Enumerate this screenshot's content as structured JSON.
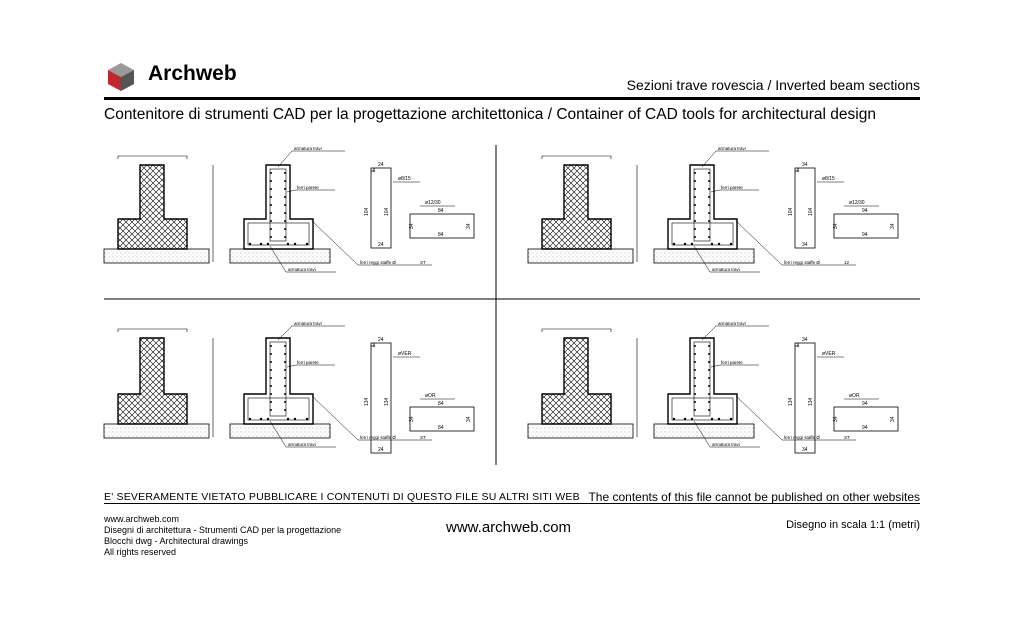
{
  "header": {
    "brand": "Archweb",
    "title_right": "Sezioni trave rovescia  /  Inverted beam sections",
    "subtitle": "Contenitore di strumenti CAD per la progettazione architettonica  /  Container of CAD tools for architectural design"
  },
  "drawing": {
    "labels": {
      "armatura_travi": "armatura travi",
      "ferri_parete": "ferri parete",
      "ferri_reggi_staffe": "ferri reggi staffe Ø"
    },
    "panels": [
      {
        "steel_top": "ø8/15",
        "steel_bottom": "ø12/30",
        "staffe_value": "ST",
        "stirrup_top": "24",
        "stirrup_height": "104",
        "stirrup_bottom": "24",
        "link_top": "84",
        "link_height": "34",
        "link_bottom": "84"
      },
      {
        "steel_top": "ø8/15",
        "steel_bottom": "ø12/30",
        "staffe_value": "12",
        "stirrup_top": "34",
        "stirrup_height": "104",
        "stirrup_bottom": "34",
        "link_top": "94",
        "link_height": "34",
        "link_bottom": "94"
      },
      {
        "steel_top": "øVER",
        "steel_bottom": "øOR",
        "staffe_value": "ST",
        "stirrup_top": "24",
        "stirrup_height": "134",
        "stirrup_bottom": "24",
        "link_top": "84",
        "link_height": "34",
        "link_bottom": "84"
      },
      {
        "steel_top": "øVER",
        "steel_bottom": "øOR",
        "staffe_value": "ST",
        "stirrup_top": "34",
        "stirrup_height": "134",
        "stirrup_bottom": "34",
        "link_top": "94",
        "link_height": "34",
        "link_bottom": "94"
      }
    ]
  },
  "footer": {
    "warning_it": "E' SEVERAMENTE VIETATO PUBBLICARE I CONTENUTI DI QUESTO FILE SU ALTRI SITI WEB",
    "warning_en": "The contents of this file cannot be published on other websites",
    "left_lines": [
      "www.archweb.com",
      "Disegni di architettura - Strumenti CAD  per la progettazione",
      "Blocchi dwg - Architectural drawings",
      "All rights reserved"
    ],
    "center": "www.archweb.com",
    "right": "Disegno in scala 1:1 (metri)"
  },
  "colors": {
    "ink": "#000000",
    "logo_red": "#c0282d",
    "logo_dark": "#555555",
    "logo_light": "#9a9a9a",
    "soil": "#d8d8d8"
  }
}
